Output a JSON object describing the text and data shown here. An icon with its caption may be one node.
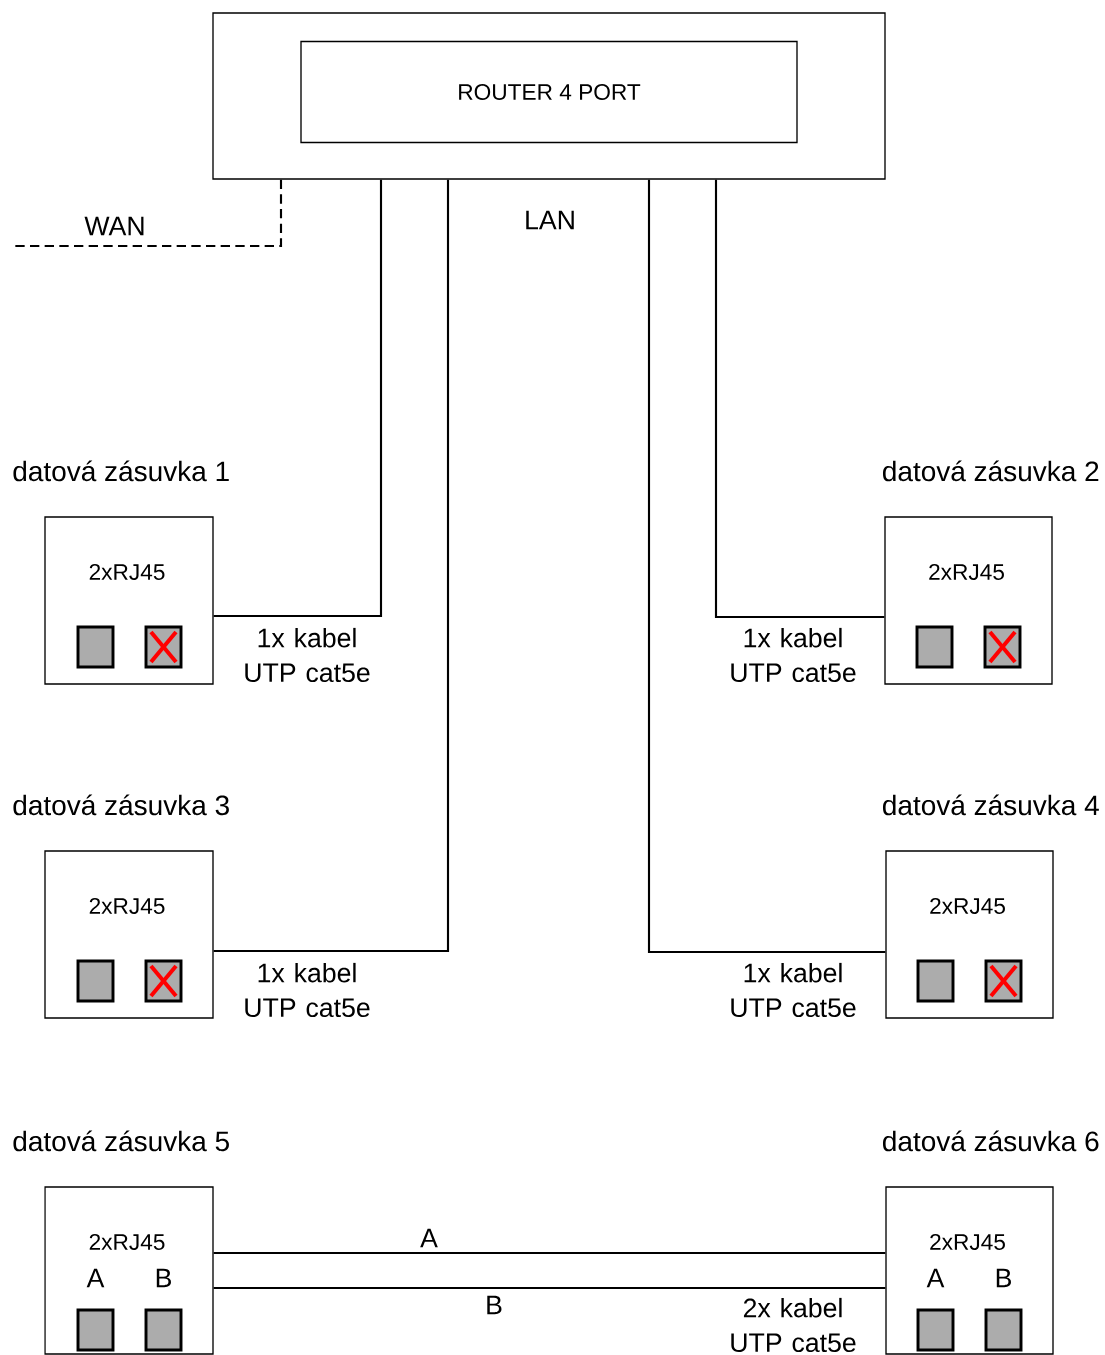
{
  "diagram": {
    "nodes": [
      {
        "text": [],
        "shape": "box"
      },
      {
        "text": [
          "ROUTER 4 PORT"
        ],
        "in": 0
      },
      {
        "text": [
          "datová zásuvka 1",
          "2xRJ45"
        ]
      },
      {
        "text": [
          "datová zásuvka 2",
          "2xRJ45"
        ]
      },
      {
        "text": [
          "datová zásuvka 3",
          "2xRJ45"
        ]
      },
      {
        "text": [
          "datová zásuvka 4",
          "2xRJ45"
        ]
      },
      {
        "text": [
          "datová zásuvka 5",
          "2xRJ45",
          "A",
          "B"
        ]
      },
      {
        "text": [
          "datová zásuvka 6",
          "2xRJ45",
          "A",
          "B"
        ]
      }
    ],
    "edges": [
      {
        "from": 0,
        "to": null,
        "arrow": "none",
        "style": "dashed",
        "label": "WAN"
      },
      {
        "from": 0,
        "to": 2,
        "arrow": "none",
        "label": "1x kabel UTP cat5e"
      },
      {
        "from": 0,
        "to": 3,
        "arrow": "none",
        "label": "1x kabel UTP cat5e"
      },
      {
        "from": 0,
        "to": 4,
        "arrow": "none",
        "label": "1x kabel UTP cat5e"
      },
      {
        "from": 0,
        "to": 5,
        "arrow": "none",
        "label": "1x kabel UTP cat5e"
      },
      {
        "from": 6,
        "to": 7,
        "arrow": "none",
        "label": "A"
      },
      {
        "from": 6,
        "to": 7,
        "arrow": "none",
        "label": "B"
      }
    ],
    "labels": [
      "LAN",
      "2x kabel UTP cat5e"
    ]
  }
}
